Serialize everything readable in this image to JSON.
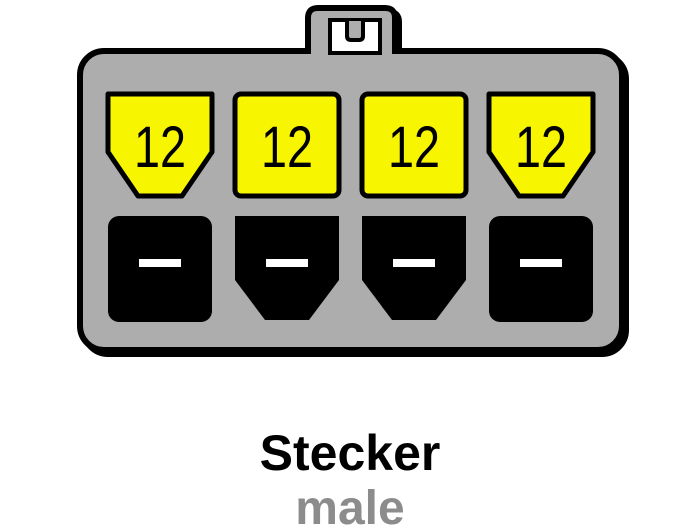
{
  "diagram": {
    "type": "connector-pinout",
    "description": "8-pin power connector, front view",
    "rows": 2,
    "cols": 4
  },
  "colors": {
    "background": "#FFFFFF",
    "body": "#ADADAD",
    "outline": "#000000",
    "pin_12v": "#F8F500",
    "pin_ground": "#000000",
    "pin_label_color": "#000000",
    "minus_mark": "#FFFFFF",
    "cutout": "#FFFFFF",
    "title_color": "#000000",
    "subtitle_color": "#8C8C8C"
  },
  "connector": {
    "top_pins": [
      {
        "label": "12",
        "shape": "pentagon"
      },
      {
        "label": "12",
        "shape": "square"
      },
      {
        "label": "12",
        "shape": "square"
      },
      {
        "label": "12",
        "shape": "pentagon"
      }
    ],
    "bottom_pins": [
      {
        "symbol": "minus-bar",
        "shape": "square"
      },
      {
        "symbol": "minus-bar",
        "shape": "pentagon"
      },
      {
        "symbol": "minus-bar",
        "shape": "pentagon"
      },
      {
        "symbol": "minus-bar",
        "shape": "square"
      }
    ]
  },
  "caption": {
    "title": "Stecker",
    "subtitle": "male"
  }
}
